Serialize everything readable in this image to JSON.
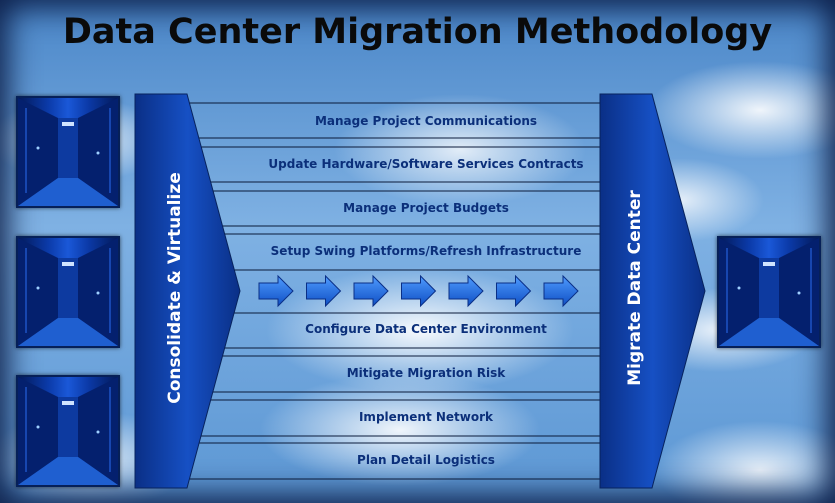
{
  "title": "Data Center Migration Methodology",
  "left_chevron_label": "Consolidate & Virtualize",
  "right_chevron_label": "Migrate Data Center",
  "workstreams": [
    "Manage Project Communications",
    "Update Hardware/Software Services Contracts",
    "Manage Project Budgets",
    "Setup  Swing Platforms/Refresh Infrastructure",
    "Configure Data Center Environment",
    "Mitigate Migration Risk",
    "Implement Network",
    "Plan Detail Logistics"
  ],
  "flow_arrow_count": 7,
  "source_server_count": 3,
  "target_server_count": 1,
  "colors": {
    "chevron": "#0d3d9e",
    "label_text": "#0b2f7a",
    "flow_arrow": "#1e6be0",
    "title_text": "#0a0a0a"
  },
  "icons": [
    "server-room-image",
    "right-arrow-icon"
  ]
}
